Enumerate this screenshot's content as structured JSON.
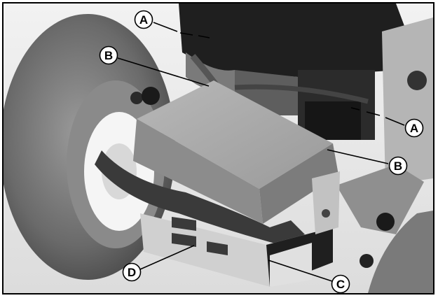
{
  "callouts": [
    {
      "id": "A1",
      "letter": "A"
    },
    {
      "id": "B1",
      "letter": "B"
    },
    {
      "id": "A2",
      "letter": "A"
    },
    {
      "id": "B2",
      "letter": "B"
    },
    {
      "id": "C",
      "letter": "C"
    },
    {
      "id": "D",
      "letter": "D"
    }
  ],
  "colors": {
    "background": "#e9e9e9",
    "tire": "#6e6e6e",
    "battery": "#a8a8a8",
    "engine": "#1f1f1f",
    "frame": "#c9c9c9"
  }
}
